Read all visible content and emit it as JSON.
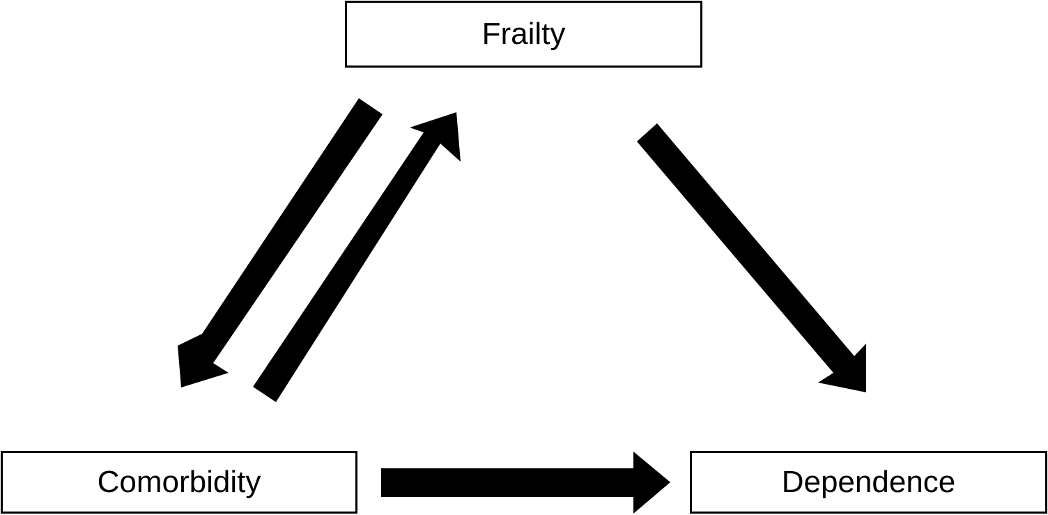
{
  "diagram": {
    "nodes": {
      "frailty": "Frailty",
      "comorbidity": "Comorbidity",
      "dependence": "Dependence"
    },
    "edges": [
      {
        "from": "Frailty",
        "to": "Comorbidity"
      },
      {
        "from": "Comorbidity",
        "to": "Frailty"
      },
      {
        "from": "Frailty",
        "to": "Dependence"
      },
      {
        "from": "Comorbidity",
        "to": "Dependence"
      }
    ],
    "colors": {
      "arrow": "#000000",
      "border": "#000000",
      "background": "#ffffff"
    }
  }
}
